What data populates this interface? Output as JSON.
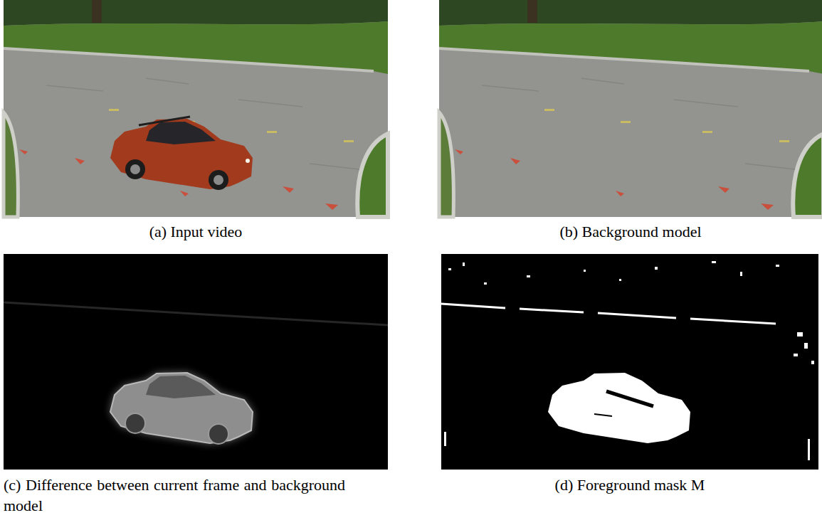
{
  "diagram": {
    "labels": [
      "(a) Input video",
      "(b) Background model",
      "(c) Difference between current frame and background model",
      "(d) Foreground mask M"
    ]
  }
}
